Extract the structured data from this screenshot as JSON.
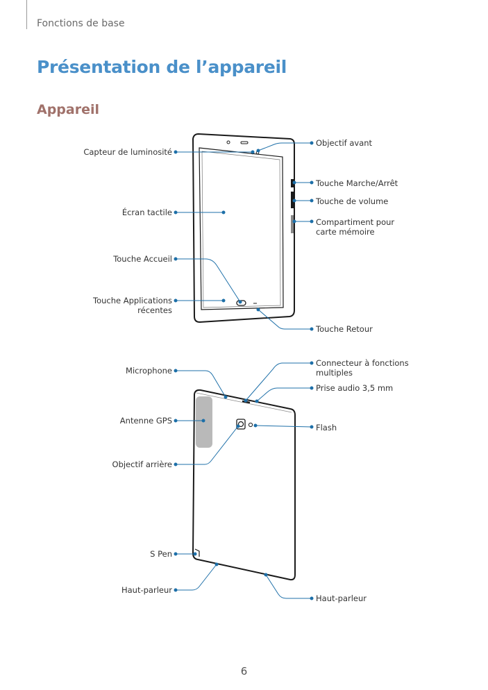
{
  "header": {
    "section": "Fonctions de base"
  },
  "title": "Présentation de l’appareil",
  "subtitle": "Appareil",
  "front_labels": {
    "light_sensor": "Capteur de luminosité",
    "touchscreen": "Écran tactile",
    "home_key": "Touche Accueil",
    "recent_apps_l1": "Touche Applications",
    "recent_apps_l2": "récentes",
    "front_camera": "Objectif avant",
    "power_key": "Touche Marche/Arrêt",
    "volume_key": "Touche de volume",
    "card_tray_l1": "Compartiment pour",
    "card_tray_l2": "carte mémoire",
    "back_key": "Touche Retour"
  },
  "back_labels": {
    "microphone": "Microphone",
    "gps_antenna": "Antenne GPS",
    "rear_camera": "Objectif arrière",
    "s_pen": "S Pen",
    "speaker_left": "Haut-parleur",
    "connector_l1": "Connecteur à fonctions",
    "connector_l2": "multiples",
    "audio_jack": "Prise audio 3,5 mm",
    "flash": "Flash",
    "speaker_right": "Haut-parleur"
  },
  "page_number": "6",
  "colors": {
    "title": "#4a90c9",
    "subtitle": "#a0716a",
    "callout": "#1d6fa8"
  }
}
